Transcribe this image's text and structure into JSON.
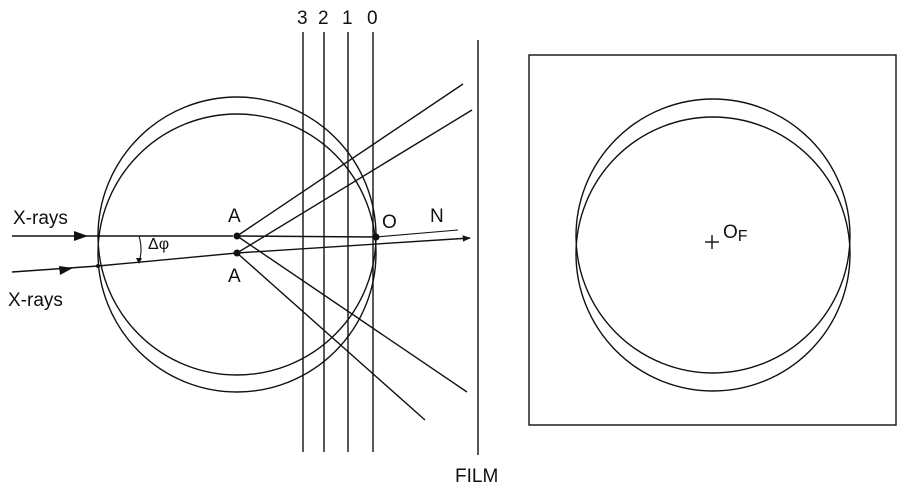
{
  "left_panel": {
    "plane_numbers": [
      "3",
      "2",
      "1",
      "0"
    ],
    "xray_label_1": "X-rays",
    "xray_label_2": "X-rays",
    "point_a_upper": "A",
    "point_a_lower": "A",
    "point_o": "O",
    "point_n": "N",
    "angle_label": "Δφ",
    "film_label": "FILM"
  },
  "right_panel": {
    "center_label": "O",
    "center_subscript": "F"
  }
}
